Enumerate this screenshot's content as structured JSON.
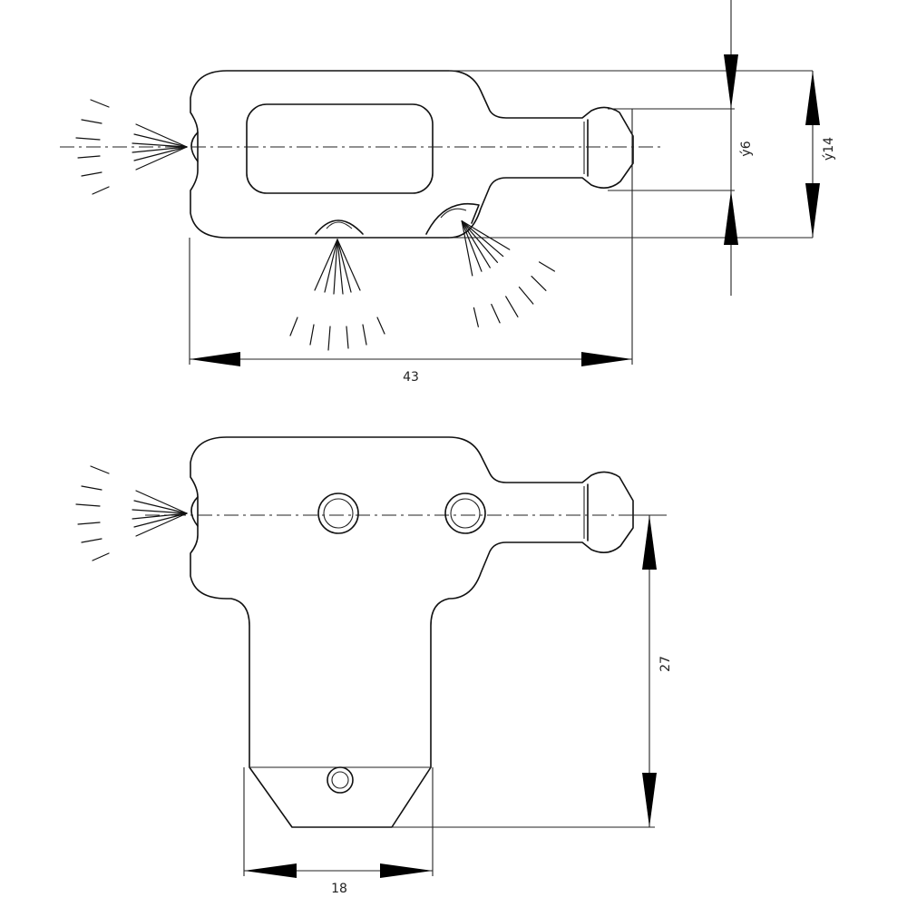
{
  "dimensions": {
    "top_length": "43",
    "inner_diameter": "ý6",
    "outer_diameter": "ý14",
    "bottom_height": "27",
    "bottom_width": "18"
  }
}
